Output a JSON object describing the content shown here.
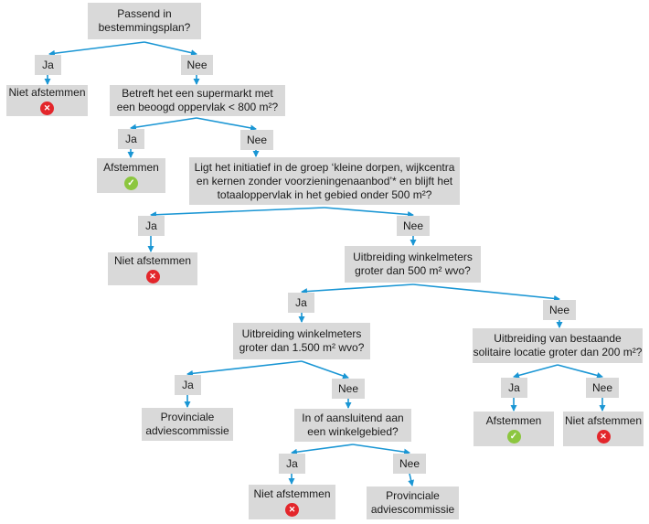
{
  "colors": {
    "connector": "#1a96d4",
    "box": "#d9d9d9",
    "negative": "#e3262b",
    "positive": "#8cc63f"
  },
  "labels": {
    "yes": "Ja",
    "no": "Nee"
  },
  "questions": {
    "q1": "Passend in\nbestemmingsplan?",
    "q2": "Betreft het een supermarkt met\neen beoogd oppervlak < 800 m²?",
    "q3": "Ligt het initiatief in de groep ‘kleine dorpen, wijkcentra\nen kernen zonder voorzieningenaanbod’* en blijft het\ntotaaloppervlak in het gebied onder 500 m²?",
    "q4": "Uitbreiding winkelmeters\ngroter dan 500 m² wvo?",
    "q5": "Uitbreiding winkelmeters\ngroter dan 1.500 m² wvo?",
    "q6": "Uitbreiding van bestaande\nsolitaire locatie groter dan 200 m²?",
    "q7": "In of aansluitend aan\neen winkelgebied?"
  },
  "outcomes": {
    "o1": {
      "text": "Niet afstemmen",
      "icon": "cross-icon"
    },
    "o2": {
      "text": "Afstemmen",
      "icon": "check-icon"
    },
    "o3": {
      "text": "Niet afstemmen",
      "icon": "cross-icon"
    },
    "o4": {
      "text": "Provinciale\nadviescommissie"
    },
    "o5": {
      "text": "Afstemmen",
      "icon": "check-icon"
    },
    "o6": {
      "text": "Niet afstemmen",
      "icon": "cross-icon"
    },
    "o7": {
      "text": "Niet afstemmen",
      "icon": "cross-icon"
    },
    "o8": {
      "text": "Provinciale\nadviescommissie"
    }
  }
}
